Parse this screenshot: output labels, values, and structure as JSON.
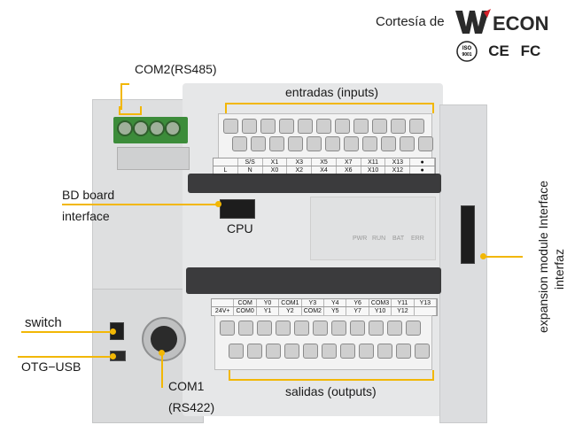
{
  "header": {
    "courtesy": "Cortesía de",
    "brand_logo": "WECON",
    "certs": [
      "ISO 9001",
      "CE",
      "FC"
    ]
  },
  "callouts": {
    "com2": "COM2(RS485)",
    "inputs": "entradas (inputs)",
    "bd_board_1": "BD board",
    "bd_board_2": "interface",
    "cpu": "CPU",
    "expansion_1": "expansion module Interface",
    "expansion_2": "interfaz",
    "switch": "switch",
    "otg": "OTG−USB",
    "com1_1": "COM1",
    "com1_2": "(RS422)",
    "outputs": "salidas (outputs)"
  },
  "input_strip": {
    "top": [
      "",
      "S/S",
      "X1",
      "X3",
      "X5",
      "X7",
      "X11",
      "X13",
      "●"
    ],
    "bottom": [
      "L",
      "N",
      "X0",
      "X2",
      "X4",
      "X6",
      "X10",
      "X12",
      "●"
    ]
  },
  "output_strip": {
    "top": [
      "",
      "COM",
      "Y0",
      "COM1",
      "Y3",
      "Y4",
      "Y6",
      "COM3",
      "Y11",
      "Y13"
    ],
    "bottom": [
      "24V+",
      "COM0",
      "Y1",
      "Y2",
      "COM2",
      "Y5",
      "Y7",
      "Y10",
      "Y12",
      ""
    ]
  },
  "leds": [
    "PWR",
    "RUN",
    "BAT",
    "ERR"
  ],
  "colors": {
    "accent": "#f2b705",
    "terminal_green": "#3c8c3a",
    "housing": "#e6e7e8"
  }
}
